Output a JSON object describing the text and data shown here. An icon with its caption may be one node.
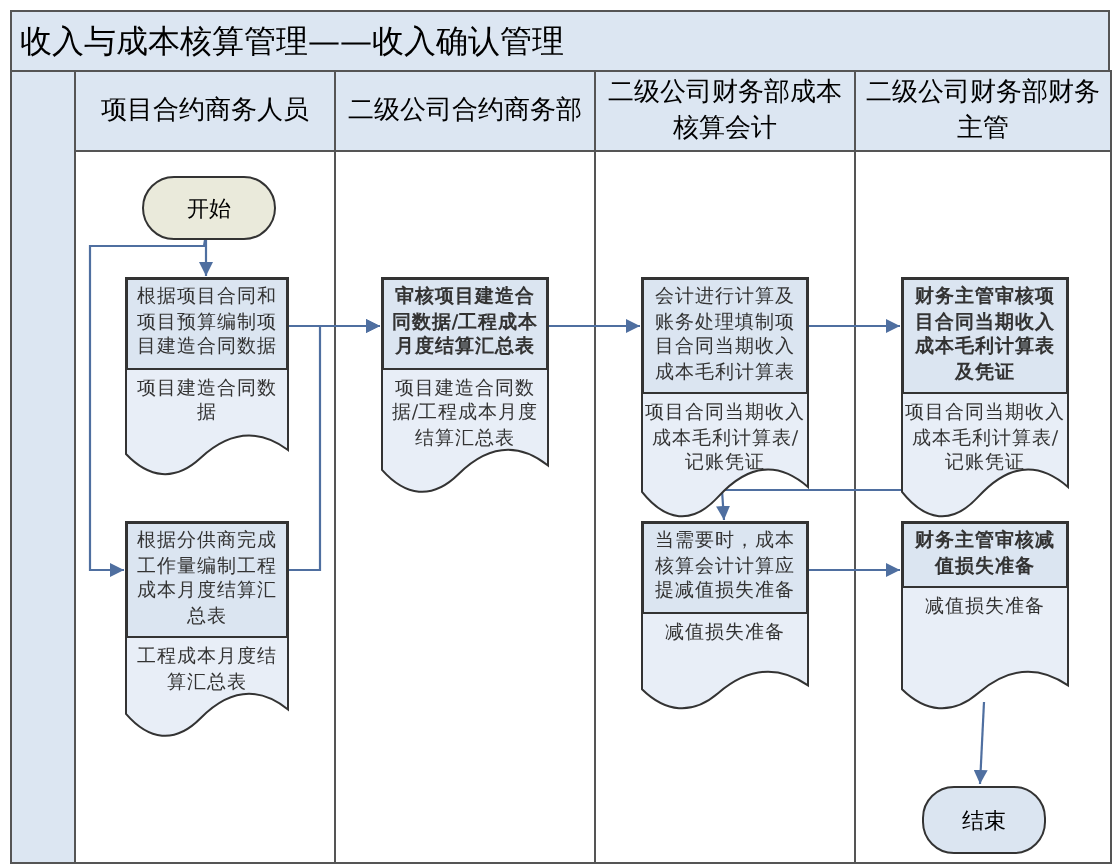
{
  "diagram": {
    "title": "收入与成本核算管理——收入确认管理",
    "nodes": [
      {
        "text": [
          "项目合约商务人员"
        ]
      },
      {
        "text": [
          "二级公司合约商务部"
        ]
      },
      {
        "text": [
          "二级公司财务部成本核算会计"
        ]
      },
      {
        "text": [
          "二级公司财务部财务主管"
        ]
      },
      {
        "text": [
          "开始"
        ],
        "in": 0
      },
      {
        "text": [
          "根据项目合同和项目预算编制项目建造合同数据",
          "项目建造合同数据"
        ],
        "in": 0
      },
      {
        "text": [
          "根据分供商完成工作量编制工程成本月度结算汇总表",
          "工程成本月度结算汇总表"
        ],
        "in": 0
      },
      {
        "text": [
          "审核项目建造合同数据/工程成本月度结算汇总表",
          "项目建造合同数据/工程成本月度结算汇总表"
        ],
        "in": 1
      },
      {
        "text": [
          "会计进行计算及账务处理填制项目合同当期收入成本毛利计算表",
          "项目合同当期收入成本毛利计算表/记账凭证"
        ],
        "in": 2
      },
      {
        "text": [
          "当需要时，成本核算会计计算应提减值损失准备",
          "减值损失准备"
        ],
        "in": 2
      },
      {
        "text": [
          "财务主管审核项目合同当期收入成本毛利计算表及凭证",
          "项目合同当期收入成本毛利计算表/记账凭证"
        ],
        "in": 3
      },
      {
        "text": [
          "财务主管审核减值损失准备",
          "减值损失准备"
        ],
        "in": 3
      },
      {
        "text": [
          "结束"
        ],
        "in": 3
      }
    ],
    "edges": [
      {
        "from": 4,
        "to": 5,
        "arrow": "to"
      },
      {
        "from": 4,
        "to": 6,
        "arrow": "to"
      },
      {
        "from": 5,
        "to": 7,
        "arrow": "to"
      },
      {
        "from": 6,
        "to": 7,
        "arrow": "to"
      },
      {
        "from": 7,
        "to": 8,
        "arrow": "to"
      },
      {
        "from": 8,
        "to": 10,
        "arrow": "to"
      },
      {
        "from": 10,
        "to": 9,
        "arrow": "to"
      },
      {
        "from": 9,
        "to": 11,
        "arrow": "to"
      },
      {
        "from": 11,
        "to": 12,
        "arrow": "to"
      }
    ]
  }
}
